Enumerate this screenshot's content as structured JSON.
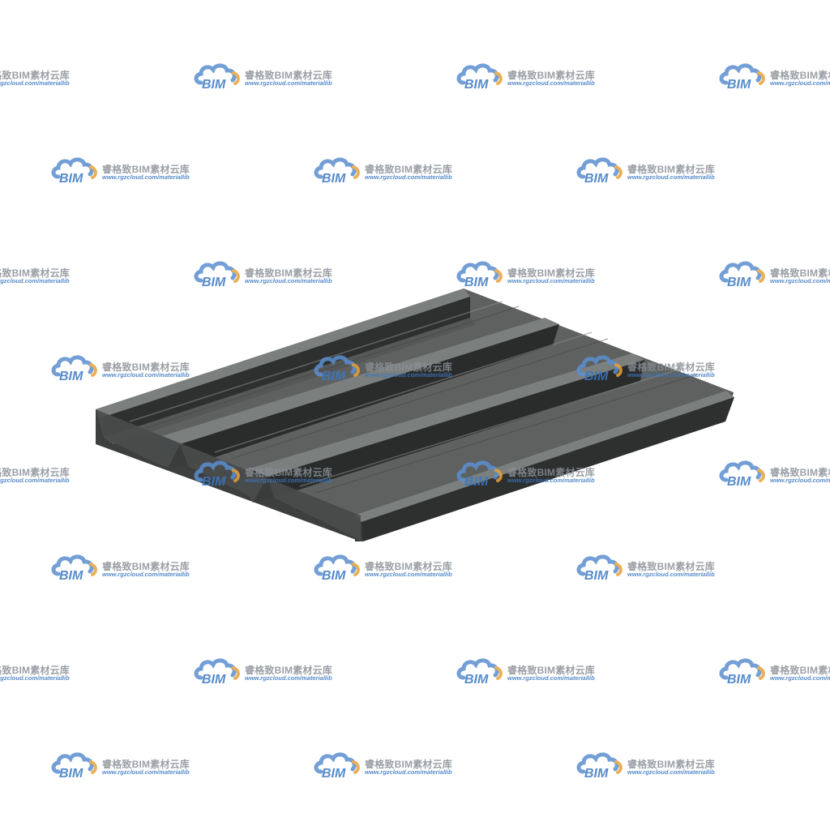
{
  "watermark": {
    "logo_text": "BIM",
    "title": "睿格致BIM素材云库",
    "url": "www.rgzcloud.com/materiallib",
    "colors": {
      "cloud": "#5b8fd0",
      "cloud_accent": "#e8a23a",
      "title": "#8a8f96",
      "url": "#3a78c2"
    }
  },
  "panel": {
    "icon": "steel-deck-panel",
    "colors": {
      "top": "#5e6160",
      "face": "#4a4d4c",
      "dark": "#2a2c2c",
      "highlight": "#7b7f7d"
    }
  }
}
